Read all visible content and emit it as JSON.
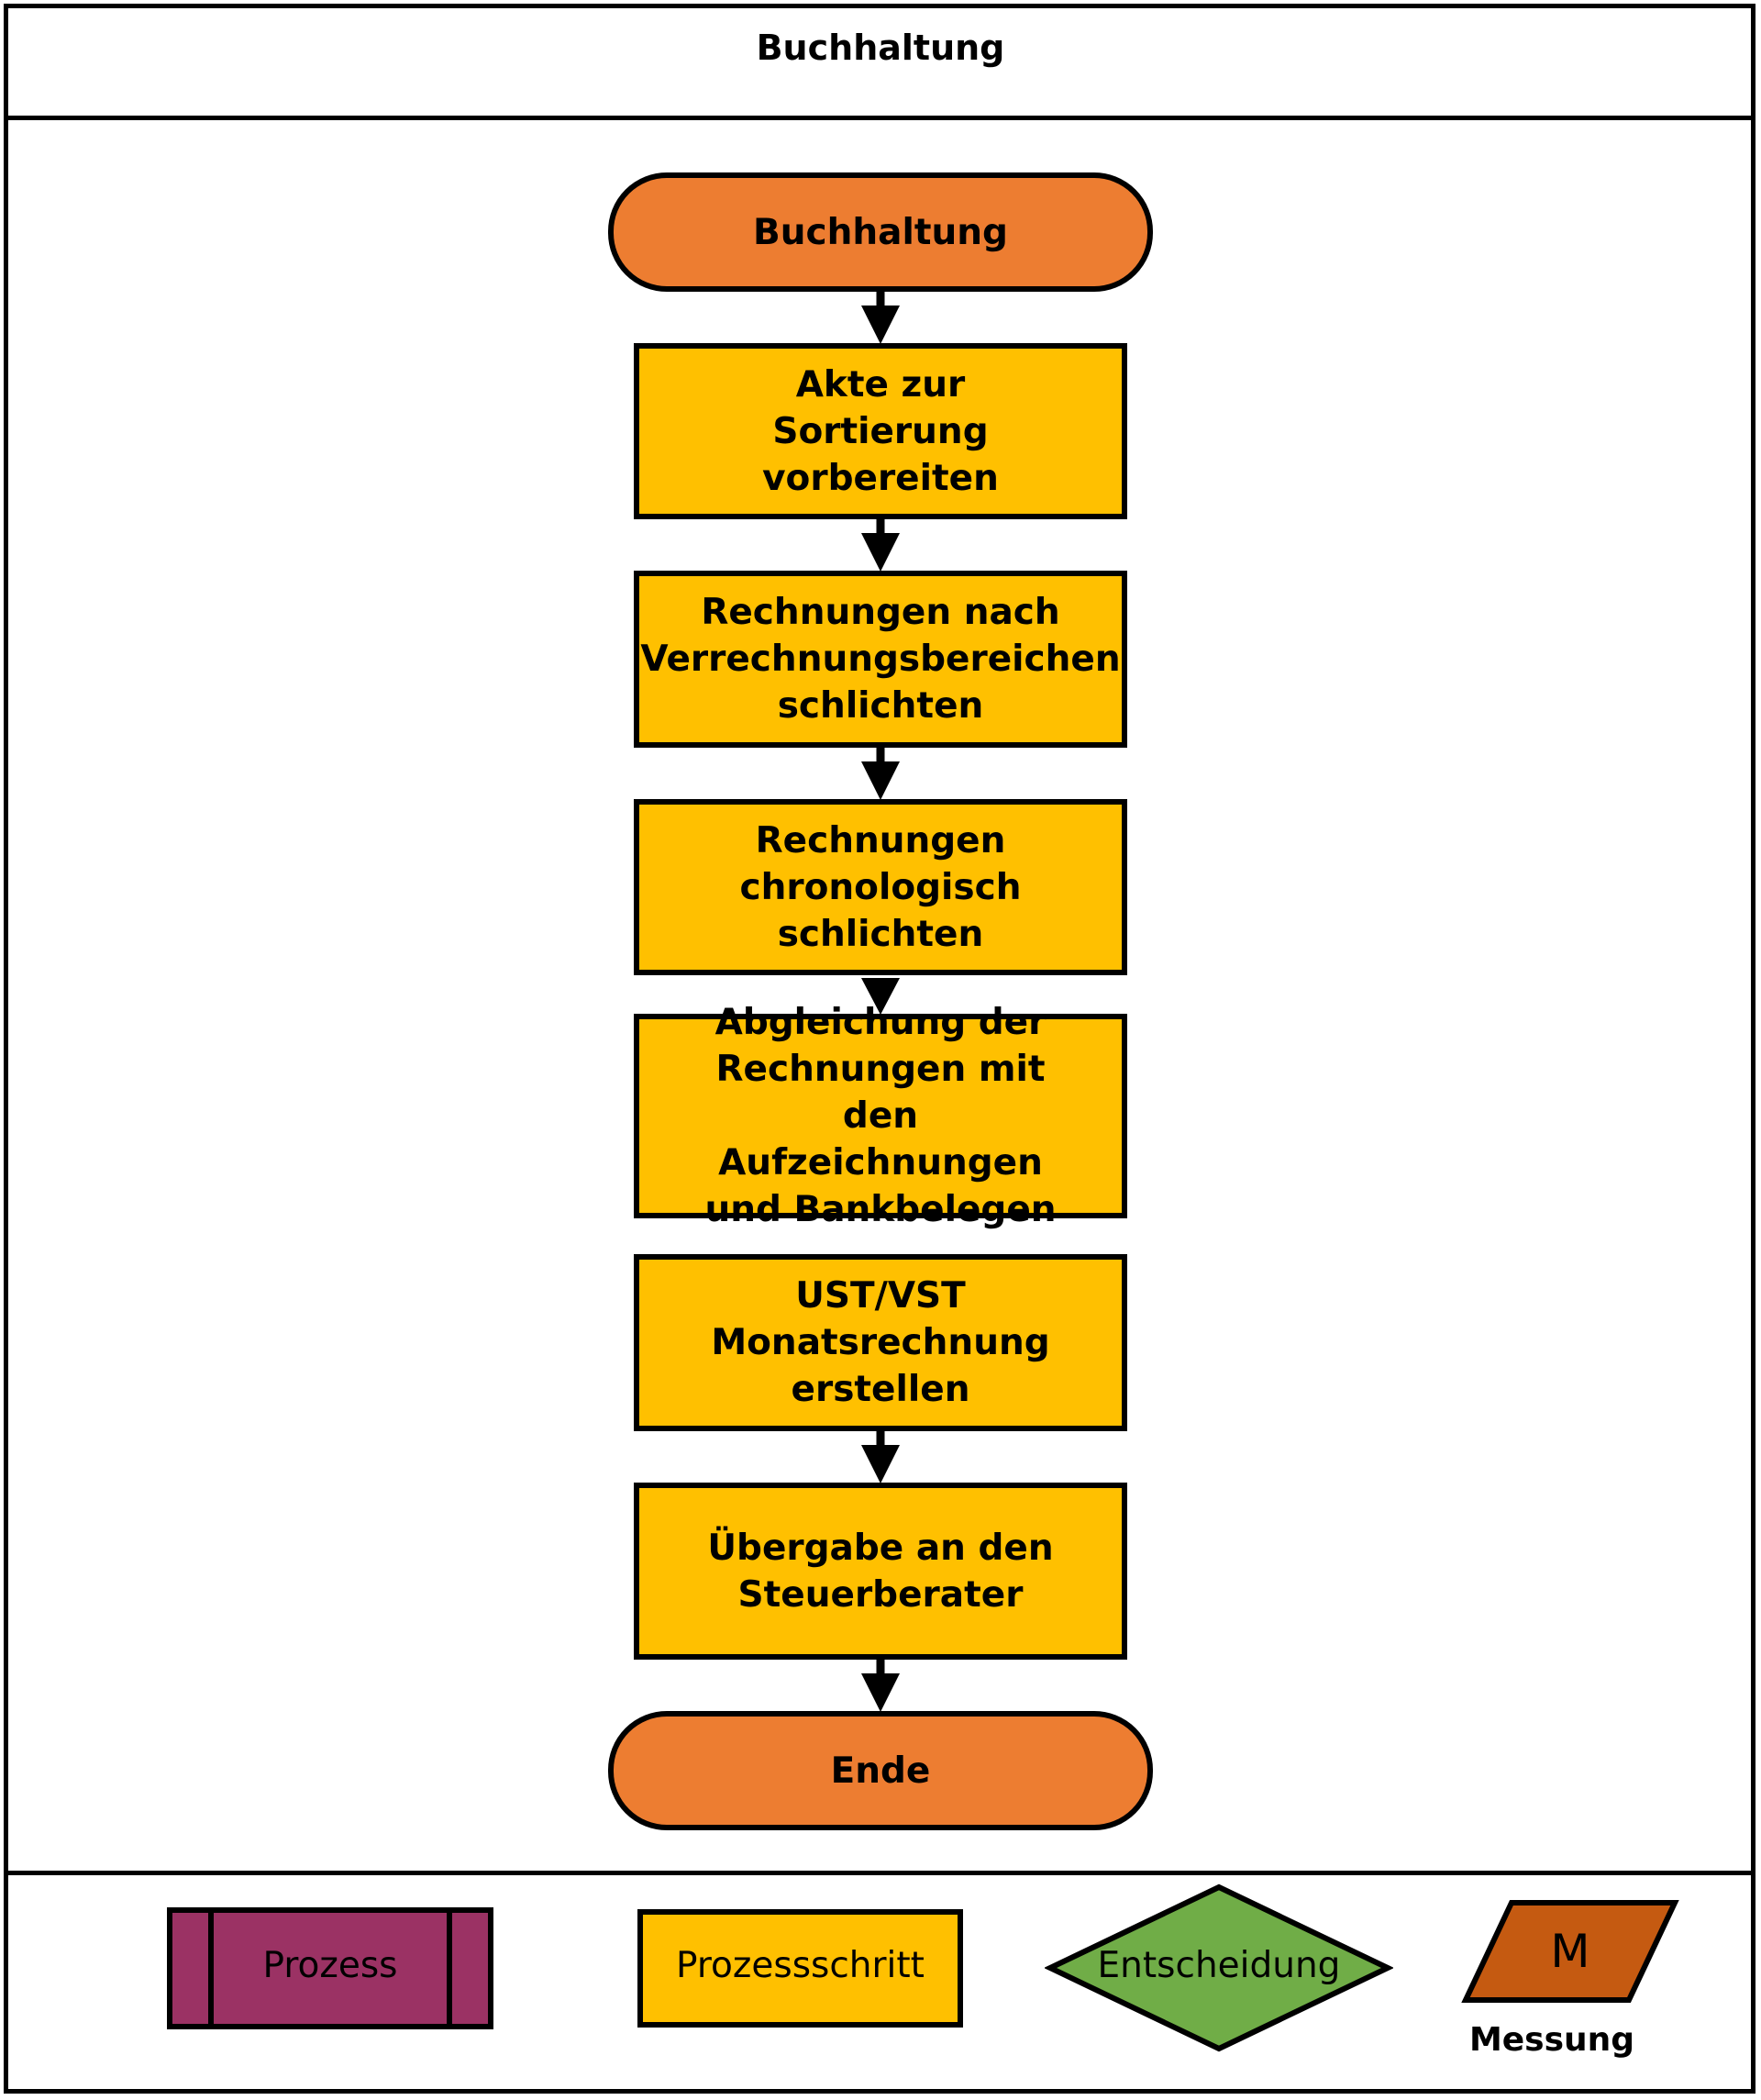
{
  "header": {
    "title": "Buchhaltung"
  },
  "flow": {
    "start": "Buchhaltung",
    "steps": [
      "Akte zur Sortierung vorbereiten",
      "Rechnungen nach Verrechnungsbereichen schlichten",
      "Rechnungen chronologisch schlichten",
      "Abgleichung der Rechnungen mit den Aufzeichnungen und Bankbelegen",
      "UST/VST Monatsrechnung erstellen",
      "Übergabe an den Steuerberater"
    ],
    "end": "Ende"
  },
  "legend": {
    "process": "Prozess",
    "step": "Prozessschritt",
    "decision": "Entscheidung",
    "measure_symbol": "M",
    "measure_caption": "Messung"
  },
  "colors": {
    "terminal": "#ed7d31",
    "step": "#ffc000",
    "process": "#9b3264",
    "decision": "#70ad47",
    "measure": "#c55a11"
  }
}
